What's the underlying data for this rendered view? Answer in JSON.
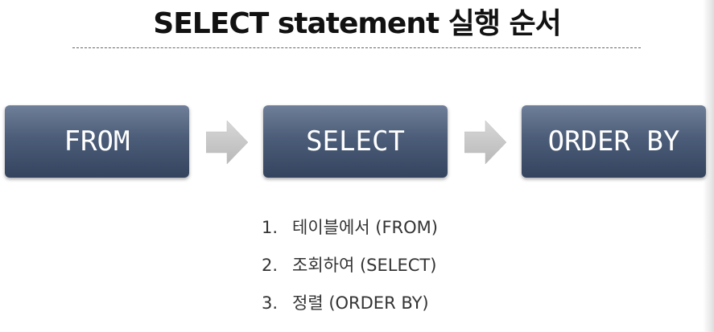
{
  "title": "SELECT statement 실행 순서",
  "flow": {
    "boxes": [
      {
        "label": "FROM"
      },
      {
        "label": "SELECT"
      },
      {
        "label": "ORDER BY"
      }
    ]
  },
  "steps": [
    {
      "number": "1.",
      "text": "테이블에서 (FROM)"
    },
    {
      "number": "2.",
      "text": "조회하여 (SELECT)"
    },
    {
      "number": "3.",
      "text": "정렬 (ORDER BY)"
    }
  ],
  "colors": {
    "box_top": "#6f7f99",
    "box_bottom": "#34445f",
    "arrow": "#c4c4c4",
    "title": "#111111"
  }
}
